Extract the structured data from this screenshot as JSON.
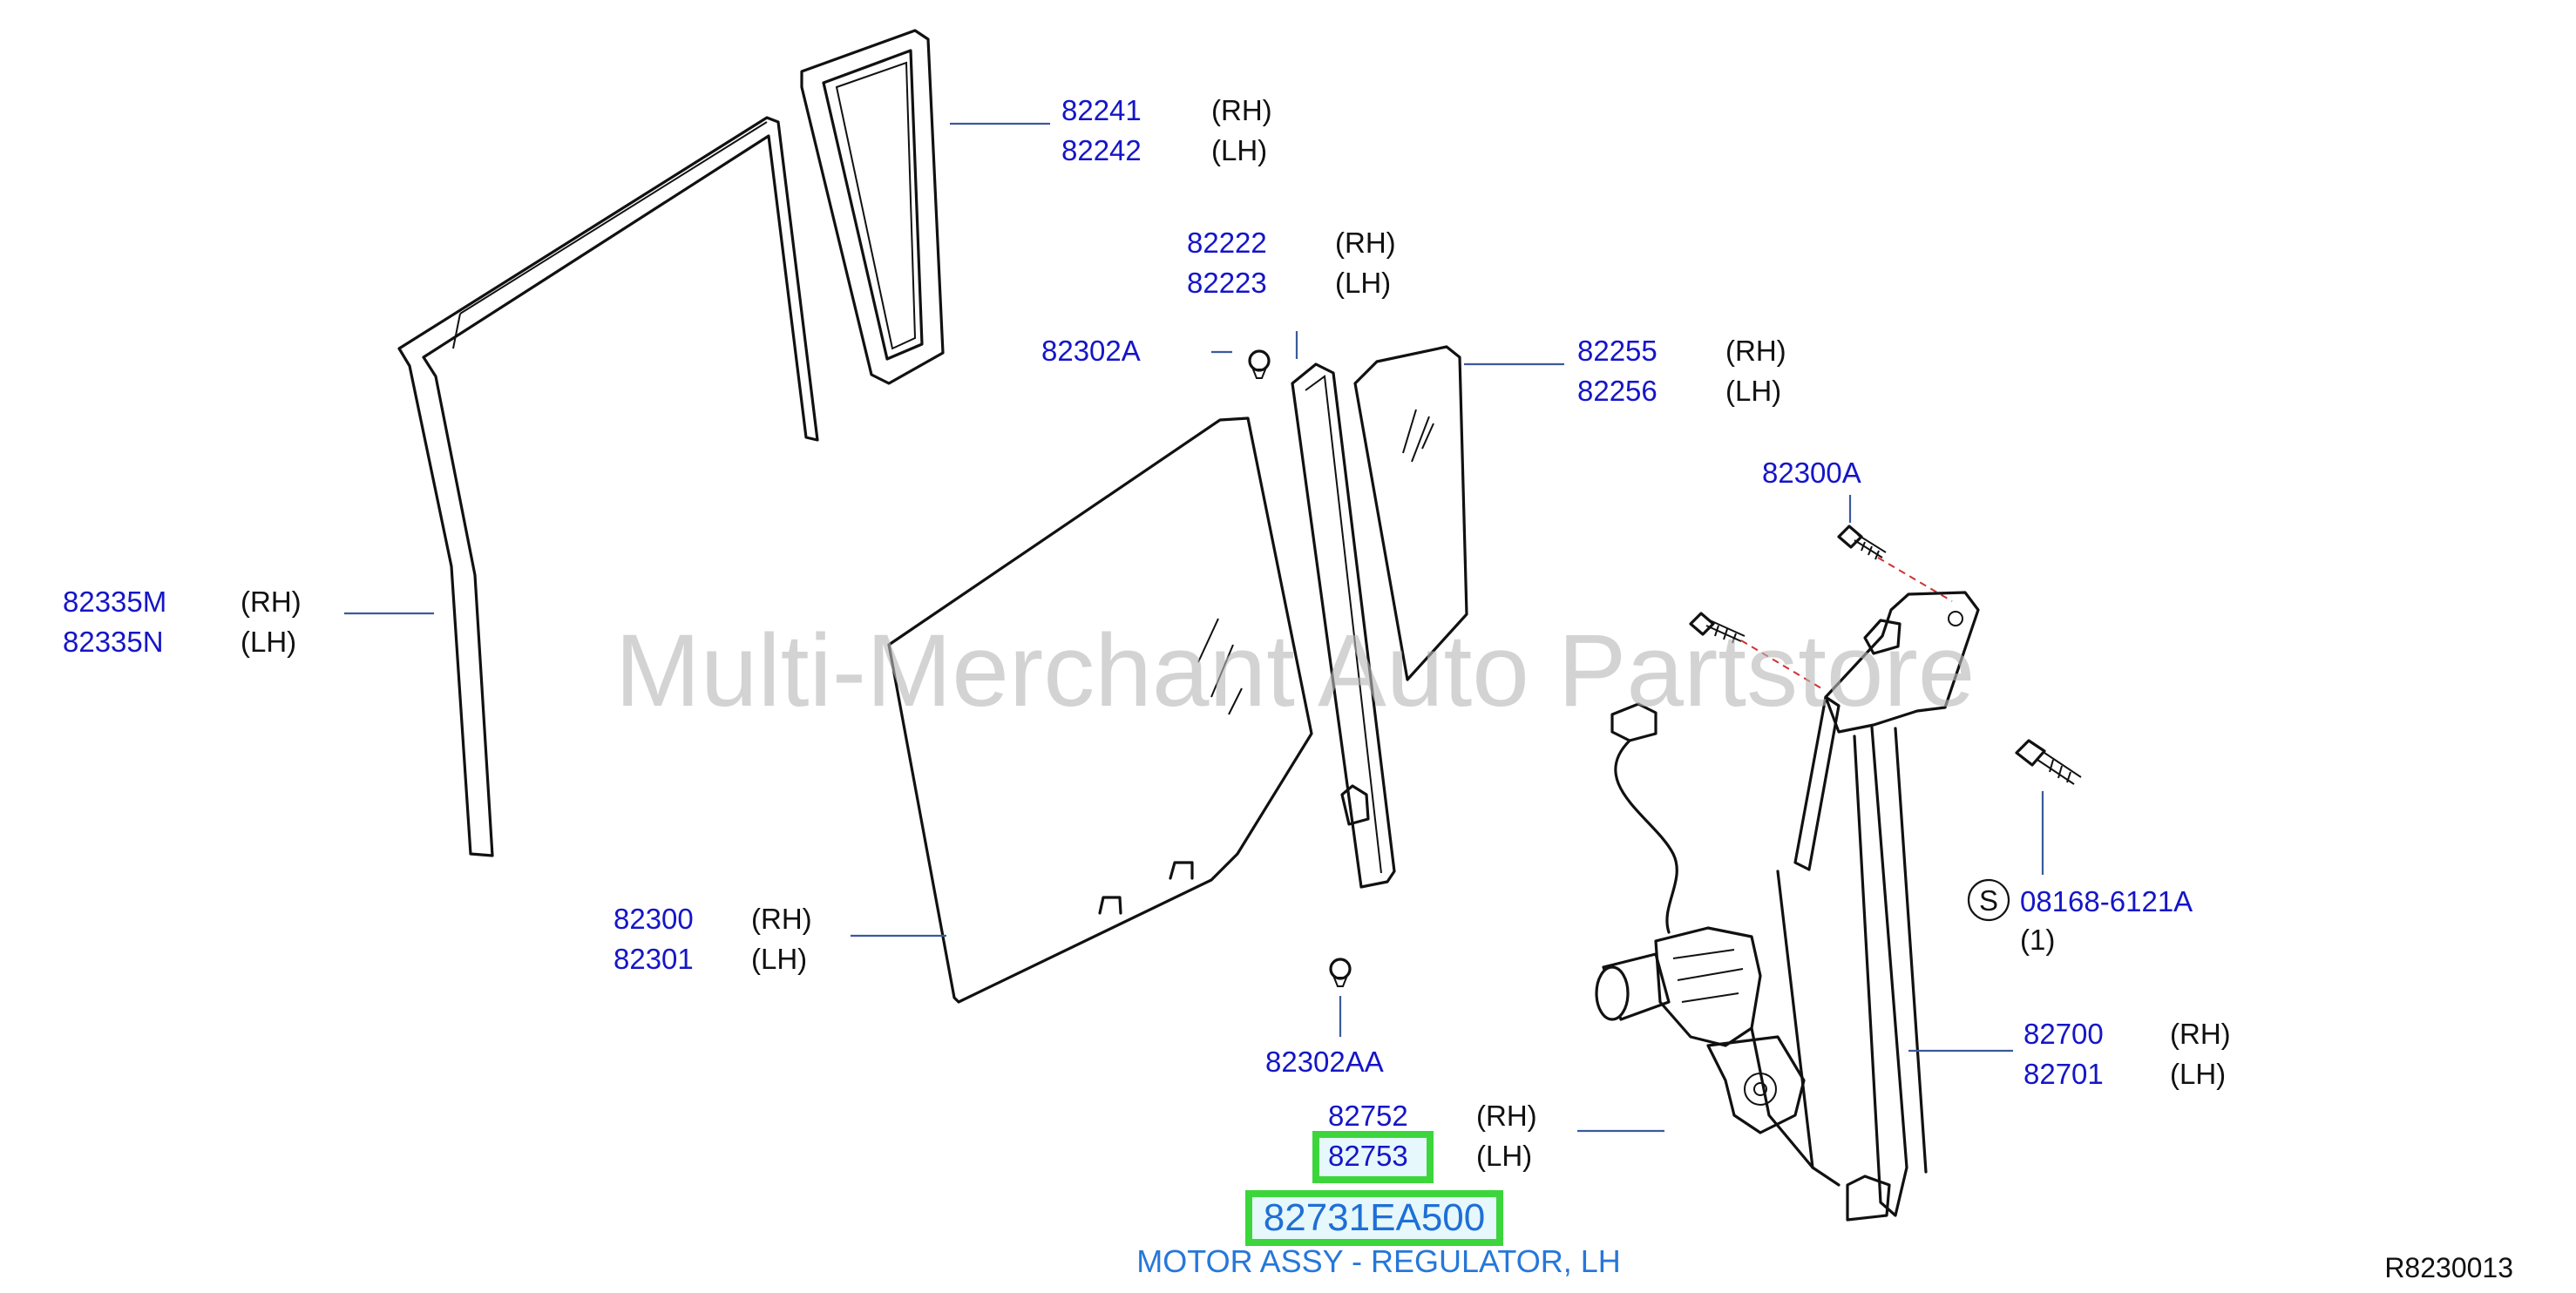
{
  "watermark": "Multi-Merchant Auto Partstore",
  "labels": {
    "c82241": {
      "num": "82241",
      "side": "(RH)"
    },
    "c82242": {
      "num": "82242",
      "side": "(LH)"
    },
    "c82222": {
      "num": "82222",
      "side": "(RH)"
    },
    "c82223": {
      "num": "82223",
      "side": "(LH)"
    },
    "c82302A": {
      "num": "82302A"
    },
    "c82255": {
      "num": "82255",
      "side": "(RH)"
    },
    "c82256": {
      "num": "82256",
      "side": "(LH)"
    },
    "c82300A": {
      "num": "82300A"
    },
    "c82335M": {
      "num": "82335M",
      "side": "(RH)"
    },
    "c82335N": {
      "num": "82335N",
      "side": "(LH)"
    },
    "c82300": {
      "num": "82300",
      "side": "(RH)"
    },
    "c82301": {
      "num": "82301",
      "side": "(LH)"
    },
    "c82302AA": {
      "num": "82302AA"
    },
    "c08168": {
      "num": "08168-6121A",
      "qty": "(1)",
      "symbol": "S"
    },
    "c82700": {
      "num": "82700",
      "side": "(RH)"
    },
    "c82701": {
      "num": "82701",
      "side": "(LH)"
    },
    "c82752": {
      "num": "82752",
      "side": "(RH)"
    },
    "c82753": {
      "num": "82753",
      "side": "(LH)"
    }
  },
  "highlight": {
    "part_number": "82731EA500",
    "description": "MOTOR ASSY - REGULATOR, LH",
    "color": "#3cd63c"
  },
  "diagram_ref": "R8230013"
}
